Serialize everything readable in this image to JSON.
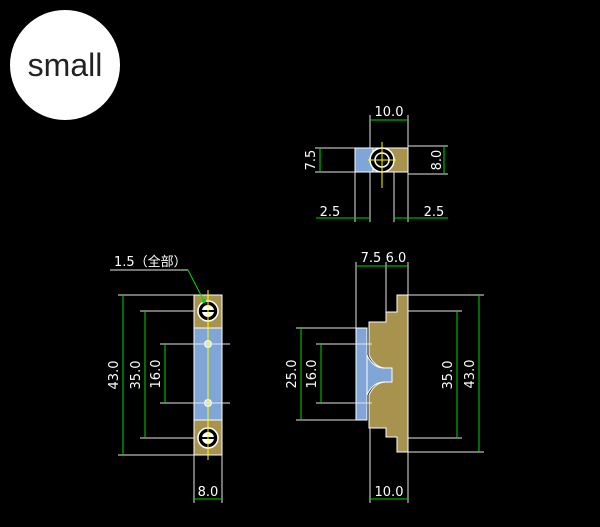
{
  "badge": {
    "label": "small"
  },
  "top_view": {
    "width": "10.0",
    "height_left": "7.5",
    "height_right": "8.0",
    "gap_left": "2.5",
    "gap_right": "2.5"
  },
  "front_view": {
    "note": "1.5（全部）",
    "total": "43.0",
    "pitch": "35.0",
    "inner": "16.0",
    "width": "8.0"
  },
  "side_view": {
    "top_left": "7.5",
    "top_right": "6.0",
    "left_outer": "25.0",
    "left_inner": "16.0",
    "right_pitch": "35.0",
    "right_total": "43.0",
    "base": "10.0"
  },
  "colors": {
    "background": "#000000",
    "dimension": "#00d800",
    "body": "#a8934e",
    "insert": "#7fa6d6"
  }
}
